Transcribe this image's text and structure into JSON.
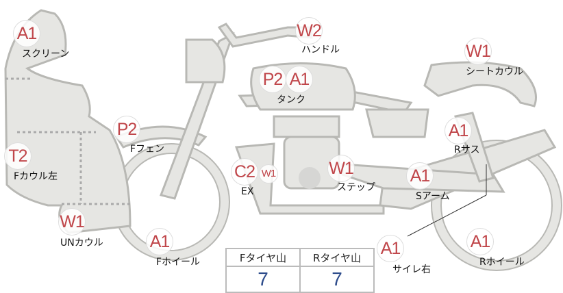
{
  "markers": [
    {
      "code": "A1",
      "label": "スクリーン"
    },
    {
      "code": "W2",
      "label": "ハンドル"
    },
    {
      "code": "P2",
      "label": "タンク"
    },
    {
      "code": "A1",
      "label": ""
    },
    {
      "code": "W1",
      "label": "シートカウル"
    },
    {
      "code": "P2",
      "label": "Fフェン"
    },
    {
      "code": "A1",
      "label": "Rサス"
    },
    {
      "code": "T2",
      "label": "Fカウル左"
    },
    {
      "code": "C2",
      "label": "EX"
    },
    {
      "code": "W1",
      "label": ""
    },
    {
      "code": "W1",
      "label": "ステップ"
    },
    {
      "code": "A1",
      "label": "Sアーム"
    },
    {
      "code": "W1",
      "label": "UNカウル"
    },
    {
      "code": "A1",
      "label": "Fホイール"
    },
    {
      "code": "A1",
      "label": "サイレ右"
    },
    {
      "code": "A1",
      "label": "Rホイール"
    }
  ],
  "tire_table": {
    "headers": [
      "Fタイヤ山",
      "Rタイヤ山"
    ],
    "values": [
      "7",
      "7"
    ]
  },
  "colors": {
    "marker_text": "#c0464a",
    "value_text": "#2b4a8a",
    "part_fill": "#e6e6e3",
    "part_stroke": "#b8b8b4"
  }
}
